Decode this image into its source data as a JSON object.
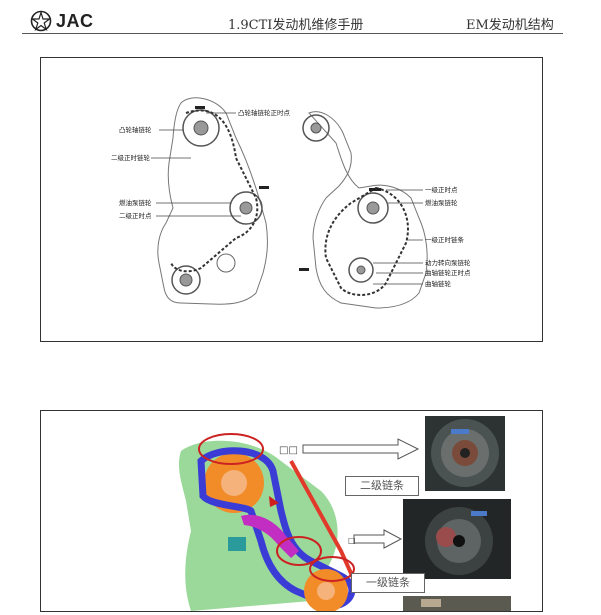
{
  "header": {
    "logo_text": "JAC",
    "title": "1.9CTI发动机维修手册",
    "section": "EM发动机结构"
  },
  "figure1": {
    "labels": {
      "cam_timing_mark": "凸轮轴链轮正时点",
      "cam_sprocket": "凸轮轴链轮",
      "secondary_guide": "二级正时链轮",
      "oil_pump_sprocket": "燃油泵链轮",
      "secondary_timing_mark": "二级正时点",
      "primary_timing_mark": "一级正时点",
      "oil_pump_sprocket_right": "燃油泵链轮",
      "primary_chain": "一级正时链条",
      "pto_sprocket": "动力转向泵链轮",
      "crank_timing_mark": "曲轴链轮正时点",
      "crank_sprocket": "曲轴链轮"
    }
  },
  "figure2": {
    "arrow_marker": "□□",
    "arrow_marker2": "□",
    "caption_secondary": "二级链条",
    "caption_primary": "一级链条"
  }
}
